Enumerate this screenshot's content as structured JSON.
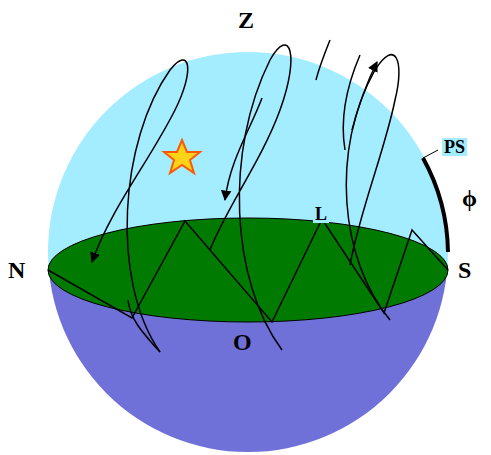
{
  "diagram": {
    "labels": [
      "Z",
      "N",
      "S",
      "O",
      "L",
      "PS",
      "ϕ"
    ]
  }
}
